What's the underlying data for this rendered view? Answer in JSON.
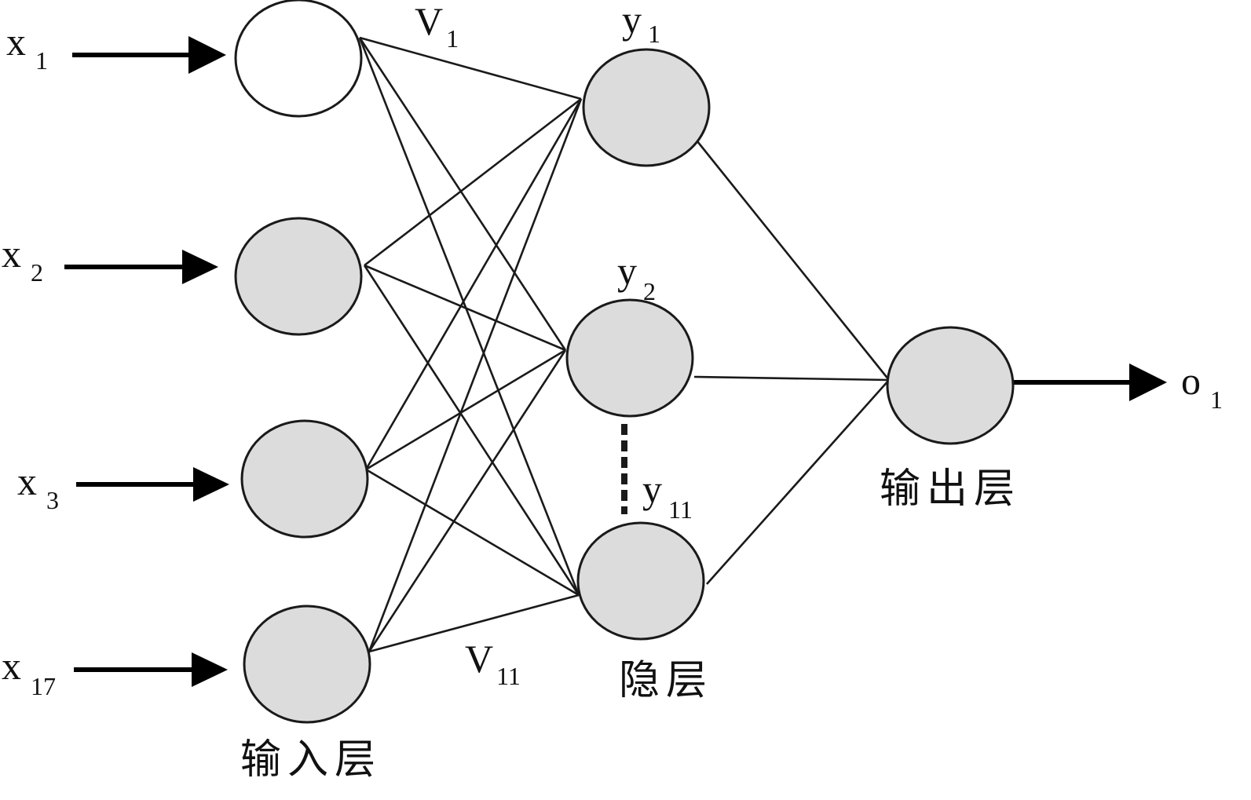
{
  "colors": {
    "node_fill_hidden": "#dcdcdc",
    "node_fill_input_first": "#ffffff",
    "stroke": "#1a1a1a",
    "background": "#ffffff"
  },
  "inputs": [
    {
      "var": "x",
      "sub": "1"
    },
    {
      "var": "x",
      "sub": "2"
    },
    {
      "var": "x",
      "sub": "3"
    },
    {
      "var": "x",
      "sub": "17"
    }
  ],
  "hidden": [
    {
      "var": "y",
      "sub": "1"
    },
    {
      "var": "y",
      "sub": "2"
    },
    {
      "var": "y",
      "sub": "11"
    }
  ],
  "output": {
    "var": "o",
    "sub": "1"
  },
  "weights": [
    {
      "var": "V",
      "sub": "1"
    },
    {
      "var": "V",
      "sub": "11"
    }
  ],
  "layers": {
    "input": "输入层",
    "hidden": "隐层",
    "output": "输出层"
  }
}
